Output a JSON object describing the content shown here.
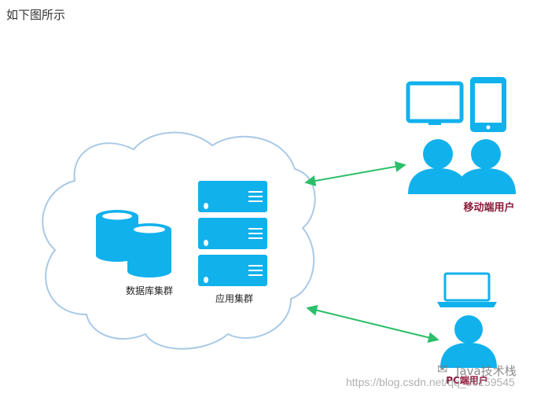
{
  "intro_text": "如下图所示",
  "labels": {
    "database_cluster": "数据库集群",
    "app_cluster": "应用集群",
    "mobile_users": "移动端用户",
    "pc_users": "PC端用户"
  },
  "watermark": {
    "brand": "Java技术栈",
    "url": "https://blog.csdn.net/qq_30159545"
  },
  "colors": {
    "icon_blue": "#11b1ec",
    "cloud_border": "#a9c9e6",
    "arrow_green": "#2bbf6a",
    "user_label": "#8b1a3a"
  },
  "icons": [
    "cloud",
    "database-icon",
    "server-icon",
    "monitor-icon",
    "phone-icon",
    "user-icon",
    "laptop-icon",
    "wechat-icon"
  ]
}
